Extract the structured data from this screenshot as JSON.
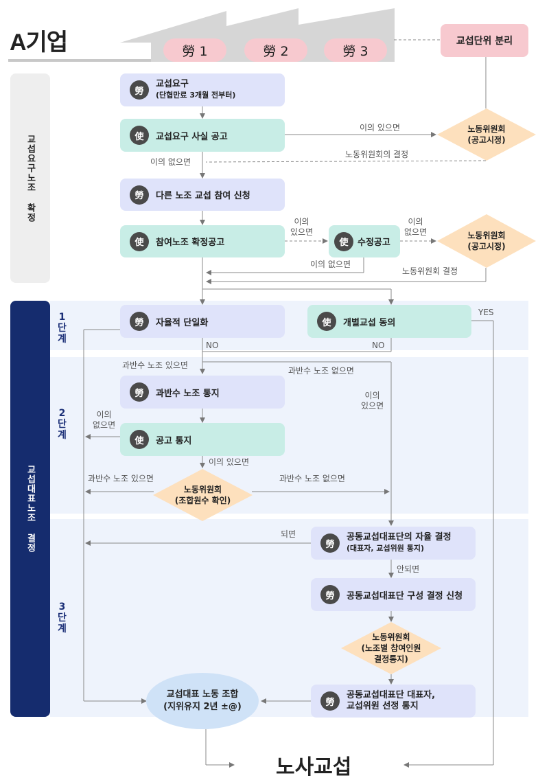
{
  "company": "A기업",
  "unions": [
    "勞 1",
    "勞 2",
    "勞 3"
  ],
  "split_box": "교섭단위 분리",
  "sections": {
    "determine": "교섭요구노조 확정",
    "representative": "교섭대표노조 결정"
  },
  "stages": {
    "s1": [
      "1",
      "단",
      "계"
    ],
    "s2": [
      "2",
      "단",
      "계"
    ],
    "s3": [
      "3",
      "단",
      "계"
    ]
  },
  "nodes": {
    "n1": {
      "badge": "勞",
      "title": "교섭요구",
      "sub": "(단협만료 3개월 전부터)"
    },
    "n2": {
      "badge": "使",
      "title": "교섭요구 사실 공고"
    },
    "n3": {
      "badge": "勞",
      "title": "다른 노조 교섭 참여 신청"
    },
    "n4": {
      "badge": "使",
      "title": "참여노조 확정공고"
    },
    "n5": {
      "badge": "使",
      "title": "수정공고"
    },
    "n6": {
      "badge": "勞",
      "title": "자율적 단일화"
    },
    "n7": {
      "badge": "使",
      "title": "개별교섭 동의"
    },
    "n8": {
      "badge": "勞",
      "title": "과반수 노조 통지"
    },
    "n9": {
      "badge": "使",
      "title": "공고 통지"
    },
    "n10": {
      "badge": "勞",
      "title": "공동교섭대표단의 자율 결정",
      "sub": "(대표자, 교섭위원 통지)"
    },
    "n11": {
      "badge": "勞",
      "title": "공동교섭대표단 구성 결정 신청"
    },
    "n12": {
      "badge": "勞",
      "title": "공동교섭대표단 대표자,",
      "title2": "교섭위원 선정 통지"
    }
  },
  "diamonds": {
    "d1": {
      "line1": "노동위원회",
      "line2": "(공고시정)"
    },
    "d2": {
      "line1": "노동위원회",
      "line2": "(공고시정)"
    },
    "d3": {
      "line1": "노동위원회",
      "line2": "(조합원수 확인)"
    },
    "d4": {
      "line1": "노동위원회",
      "line2": "(노조별 참여인원",
      "line3": "결정통지)"
    }
  },
  "oval": {
    "line1": "교섭대표 노동 조합",
    "line2": "(지위유지 2년 ±@)"
  },
  "final": "노사교섭",
  "labels": {
    "objection_yes": "이의 있으면",
    "objection_no": "이의 없으면",
    "commission_decision_of": "노동위원회의 결정",
    "objection_yes_2a": "이의",
    "objection_yes_2b": "있으면",
    "objection_yes_3a": "이의",
    "objection_yes_3b": "없으면",
    "objection_no_2": "이의 없으면",
    "commission_decision": "노동위원회 결정",
    "yes": "YES",
    "no1": "NO",
    "no2": "NO",
    "majority_yes": "과반수 노조 있으면",
    "majority_no": "과반수 노조 없으면",
    "objection_yes_4a": "이의",
    "objection_yes_4b": "있으면",
    "objection_no_5a": "이의",
    "objection_no_5b": "없으면",
    "objection_yes_6": "이의 있으면",
    "majority_yes_2": "과반수 노조 있으면",
    "majority_no_2": "과반수 노조 없으면",
    "done": "되면",
    "not_done": "안되면"
  },
  "colors": {
    "navy": "#152c6e",
    "teal": "#c8ede6",
    "blue": "#dfe3fa",
    "pink": "#f7c9cf",
    "diamond": "#fde0bd"
  }
}
